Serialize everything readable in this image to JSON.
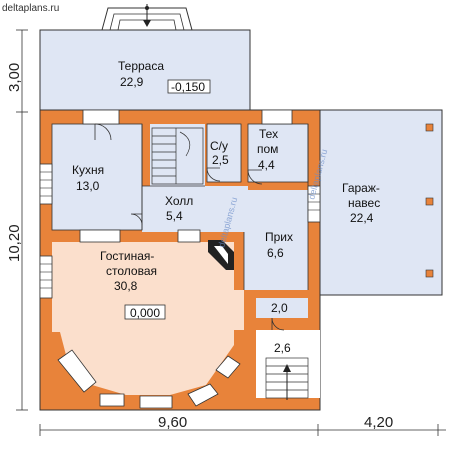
{
  "site": {
    "watermark": "deltaplans.ru",
    "vertical_watermark": "deltaplans.ru"
  },
  "rooms": {
    "terrace": {
      "name": "Терраса",
      "area": "22,9",
      "level": "-0,150"
    },
    "kitchen": {
      "name": "Кухня",
      "area": "13,0"
    },
    "wc": {
      "name": "С/у",
      "area": "2,5"
    },
    "tech": {
      "name_line1": "Тех",
      "name_line2": "пом",
      "area": "4,4"
    },
    "hall": {
      "name": "Холл",
      "area": "5,4"
    },
    "entry": {
      "name": "Прих",
      "area": "6,6"
    },
    "living": {
      "name_line1": "Гостиная-",
      "name_line2": "столовая",
      "area": "30,8",
      "level": "0,000"
    },
    "garage": {
      "name_line1": "Гараж-",
      "name_line2": "навес",
      "area": "22,4"
    },
    "vestibule": {
      "area": "2,0"
    },
    "porch": {
      "area": "2,6"
    }
  },
  "dimensions": {
    "width_main": "9,60",
    "width_garage": "4,20",
    "depth_terrace": "3,00",
    "depth_main": "10,20"
  },
  "colors": {
    "wall": "#e8833a",
    "floor_blue": "#dfe6f4",
    "living_floor": "#fbdfcc",
    "lines": "#333333"
  }
}
